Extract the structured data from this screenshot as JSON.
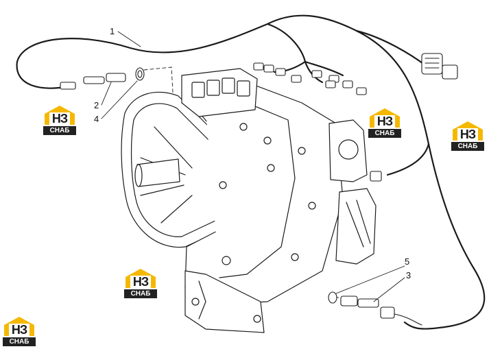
{
  "callouts": [
    {
      "label": "1"
    },
    {
      "label": "2"
    },
    {
      "label": "3"
    },
    {
      "label": "4"
    },
    {
      "label": "5"
    }
  ],
  "logos": [
    {
      "mark": "НЗ",
      "word": "СНАБ"
    },
    {
      "mark": "НЗ",
      "word": "СНАБ"
    },
    {
      "mark": "НЗ",
      "word": "СНАБ"
    },
    {
      "mark": "НЗ",
      "word": "СНАБ"
    },
    {
      "mark": "НЗ",
      "word": "СНАБ"
    }
  ],
  "colors": {
    "line": "#1a1a1a",
    "logo_accent": "#f5b800",
    "logo_dark": "#222222"
  }
}
